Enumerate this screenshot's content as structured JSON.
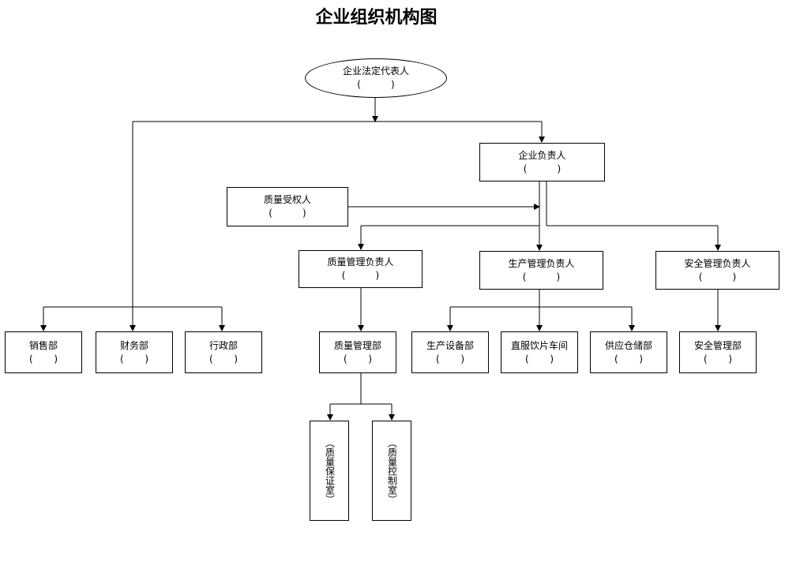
{
  "title": "企业组织机构图",
  "nodes": {
    "legal_rep": {
      "label": "企业法定代表人",
      "paren": "(          )"
    },
    "enterprise_head": {
      "label": "企业负责人",
      "paren": "(          )"
    },
    "quality_authorized": {
      "label": "质量受权人",
      "paren": "(          )"
    },
    "quality_mgmt_head": {
      "label": "质量管理负责人",
      "paren": "(          )"
    },
    "production_mgmt_head": {
      "label": "生产管理负责人",
      "paren": "(          )"
    },
    "safety_mgmt_head": {
      "label": "安全管理负责人",
      "paren": "(          )"
    },
    "sales_dept": {
      "label": "销售部",
      "paren": "(       )"
    },
    "finance_dept": {
      "label": "财务部",
      "paren": "(       )"
    },
    "admin_dept": {
      "label": "行政部",
      "paren": "(       )"
    },
    "quality_mgmt_dept": {
      "label": "质量管理部",
      "paren": "(       )"
    },
    "production_equipment_dept": {
      "label": "生产设备部",
      "paren": "(       )"
    },
    "decoction_workshop": {
      "label": "直服饮片车间",
      "paren": "(       )"
    },
    "supply_storage_dept": {
      "label": "供应仓储部",
      "paren": "(       )"
    },
    "safety_mgmt_dept": {
      "label": "安全管理部",
      "paren": "(       )"
    },
    "qa_room": {
      "label": "（质量保证室）"
    },
    "qc_room": {
      "label": "（质量控制室）"
    }
  }
}
